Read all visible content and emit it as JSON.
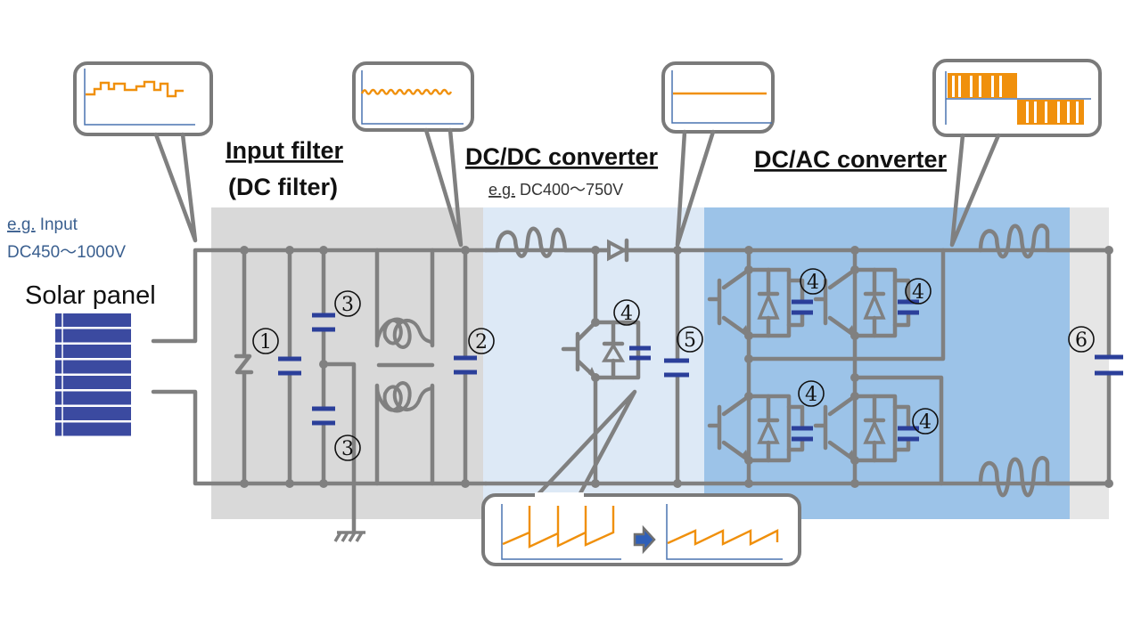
{
  "sections": {
    "input_filter": {
      "title": "Input filter",
      "subtitle": "(DC filter)"
    },
    "dcdc": {
      "title": "DC/DC converter",
      "range_prefix": "e.g.",
      "range": "DC400〜750V"
    },
    "dcac": {
      "title": "DC/AC converter"
    }
  },
  "source": {
    "label": "Solar panel",
    "input_prefix": "e.g.",
    "input_label": "Input",
    "input_range": "DC450〜1000V"
  },
  "component_markers": [
    "①",
    "②",
    "③",
    "④",
    "⑤",
    "⑥"
  ],
  "marker_labels": {
    "m1": "1",
    "m2": "2",
    "m3": "3",
    "m4": "4",
    "m5": "5",
    "m6": "6"
  },
  "waveforms": [
    {
      "id": "panel-output",
      "shape": "stepped-square-ripple"
    },
    {
      "id": "filter-output",
      "shape": "small-sine-ripple"
    },
    {
      "id": "dcdc-output",
      "shape": "flat-dc"
    },
    {
      "id": "dcac-output",
      "shape": "pwm-square-ac"
    },
    {
      "id": "switch-before",
      "shape": "sawtooth-with-spikes"
    },
    {
      "id": "switch-after",
      "shape": "sawtooth-clean"
    }
  ],
  "colors": {
    "wire": "#808080",
    "capacitor": "#2b3f9a",
    "waveform": "#f0900c",
    "axis": "#4a74b0",
    "filter_bg": "#d9d9d9",
    "dcdc_bg": "#dde9f6",
    "dcac_bg": "#9cc3e8",
    "output_bg": "#e6e6e6",
    "solar_cell": "#3b4aa0"
  }
}
